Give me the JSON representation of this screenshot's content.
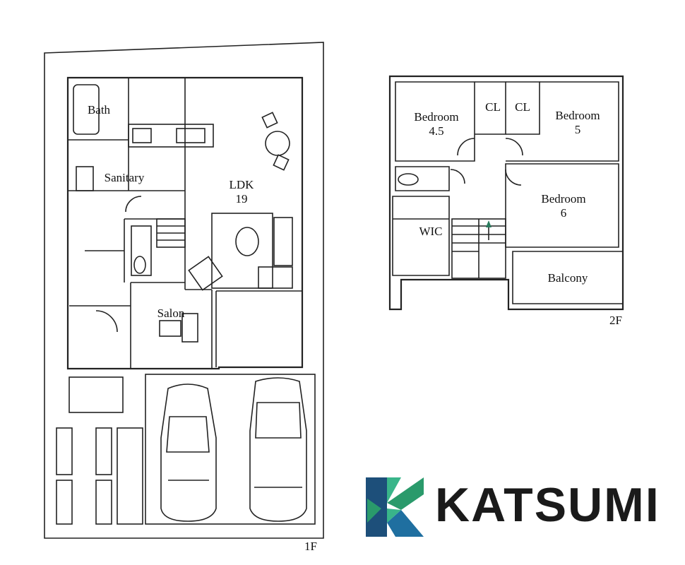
{
  "floor_1": {
    "label": "1F",
    "rooms": {
      "bath": "Bath",
      "sanitary": "Sanitary",
      "ldk": "LDK\n19",
      "salon": "Salon"
    }
  },
  "floor_2": {
    "label": "2F",
    "rooms": {
      "bedroom_a": "Bedroom\n4.5",
      "closet_a": "CL",
      "closet_b": "CL",
      "bedroom_b": "Bedroom\n5",
      "bedroom_c": "Bedroom\n6",
      "wic": "WIC",
      "balcony": "Balcony"
    }
  },
  "logo": {
    "text": "KATSUMI",
    "colors": [
      "#1f6fa0",
      "#2a9a6b",
      "#39b58a",
      "#1d4f7a"
    ]
  }
}
